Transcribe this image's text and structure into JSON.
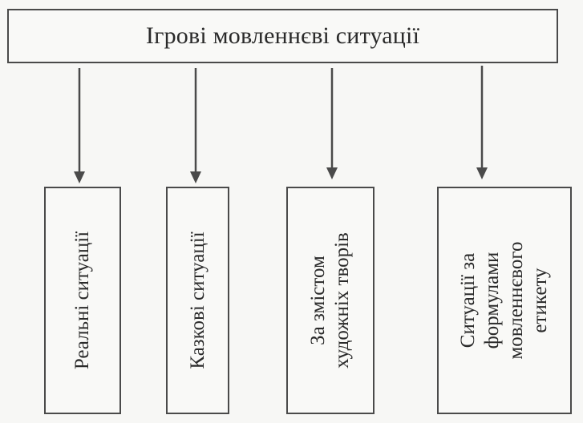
{
  "diagram": {
    "root": {
      "label": "Ігрові мовленнєві ситуації"
    },
    "children": [
      {
        "lines": [
          "Реальні ситуації"
        ]
      },
      {
        "lines": [
          "Казкові ситуації"
        ]
      },
      {
        "lines": [
          "За змістом",
          "художніх творів"
        ]
      },
      {
        "lines": [
          "Ситуації за",
          "формулами",
          "мовленнєвого",
          "етикету"
        ]
      }
    ],
    "colors": {
      "line": "#4a4a4a",
      "text": "#2a2a2a",
      "background": "#f7f7f5"
    }
  }
}
